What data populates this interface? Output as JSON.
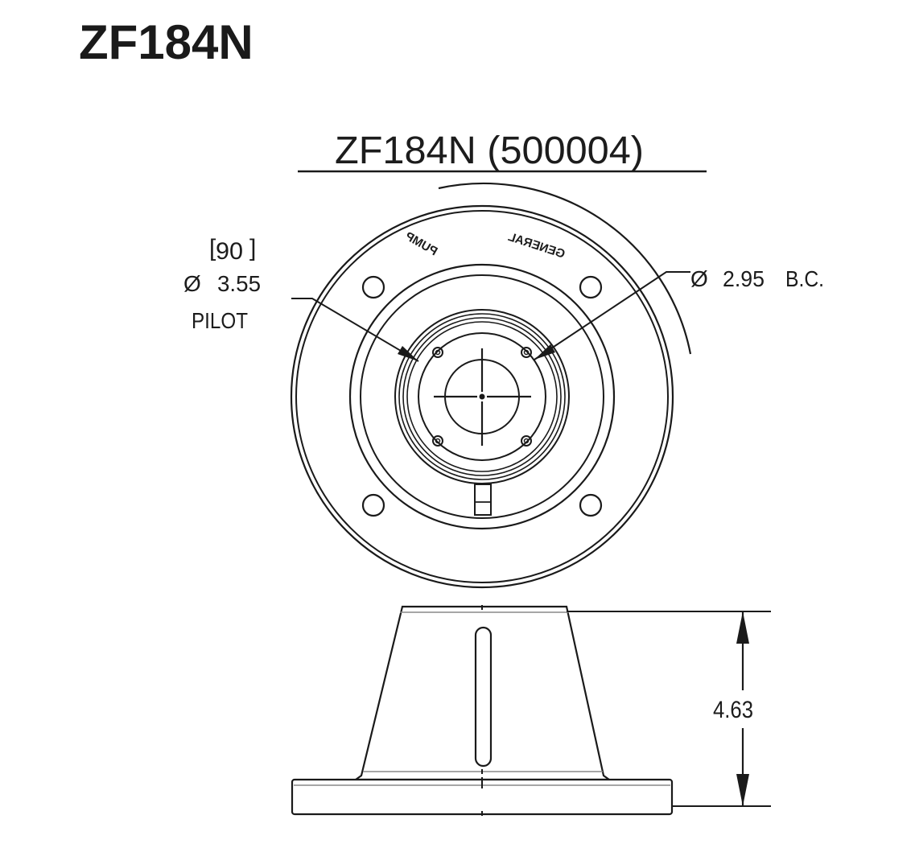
{
  "page_title": "ZF184N",
  "drawing": {
    "view_title": "ZF184N (500004)",
    "embossed_text": {
      "left": "PUMP",
      "right": "GENERAL",
      "note": "mirrored"
    },
    "pilot_callout": {
      "bracket_value": "90",
      "diameter_symbol": "Ø",
      "diameter_value": "3.55",
      "label": "PILOT"
    },
    "bolt_circle_callout": {
      "diameter_symbol": "Ø",
      "diameter_value": "2.95",
      "label": "B.C."
    },
    "height_dimension": "4.63"
  },
  "colors": {
    "line": "#1a1a1a",
    "background": "#ffffff"
  }
}
